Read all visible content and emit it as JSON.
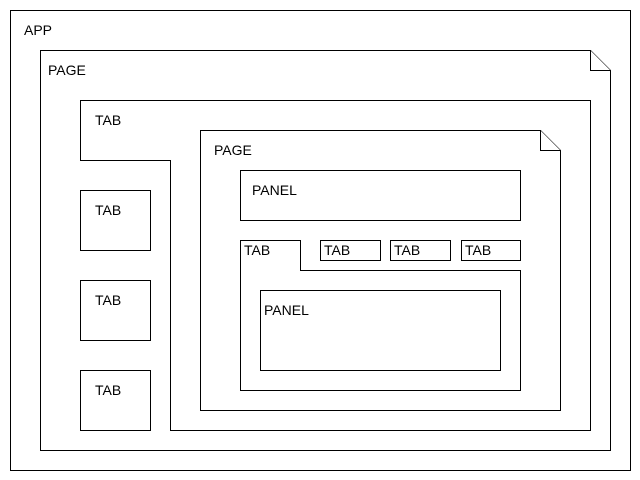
{
  "app": {
    "label": "APP"
  },
  "outer_page": {
    "label": "PAGE"
  },
  "outer_tab_group": {
    "active_tab": {
      "label": "TAB"
    },
    "side_tabs": [
      {
        "label": "TAB"
      },
      {
        "label": "TAB"
      },
      {
        "label": "TAB"
      }
    ]
  },
  "inner_page": {
    "label": "PAGE",
    "top_panel": {
      "label": "PANEL"
    },
    "inner_tab_group": {
      "active_tab": {
        "label": "TAB"
      },
      "other_tabs": [
        {
          "label": "TAB"
        },
        {
          "label": "TAB"
        },
        {
          "label": "TAB"
        }
      ],
      "panel": {
        "label": "PANEL"
      }
    }
  }
}
